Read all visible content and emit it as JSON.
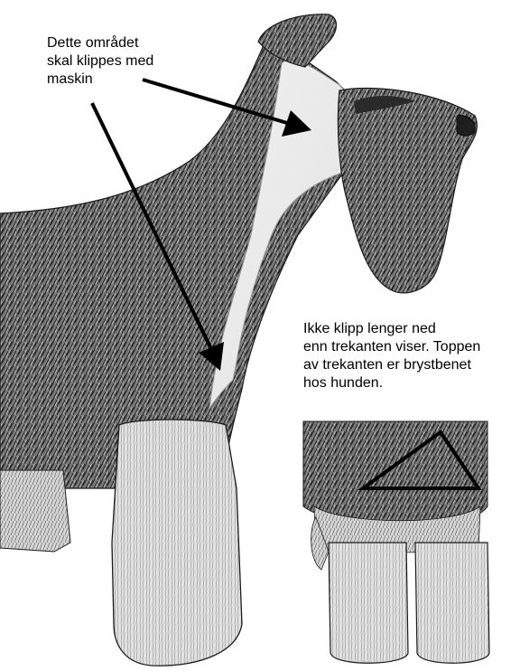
{
  "annotations": {
    "clip_area_lines": [
      "Dette området",
      "skal klippes med",
      "maskin"
    ],
    "limit_lines": [
      "Ikke klipp lenger ned",
      "enn trekanten viser. Toppen",
      "av trekanten er brystbenet",
      "hos hunden."
    ]
  },
  "colors": {
    "ink": "#000000",
    "coat_dark": "#3d3d3d",
    "coat_mid": "#8a8a8a",
    "clipped_area": "#eeeeee",
    "background": "#ffffff"
  }
}
